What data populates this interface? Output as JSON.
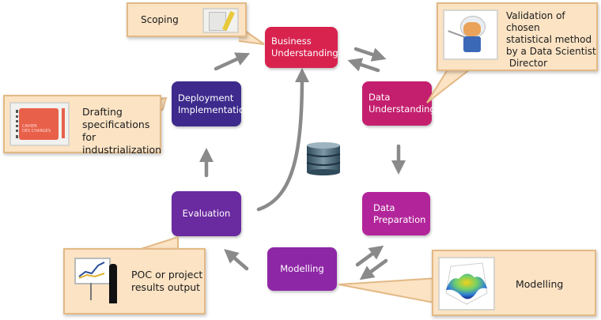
{
  "diagram": {
    "phases": [
      {
        "id": "business-understanding",
        "label_line1": "Business",
        "label_line2": "Understanding",
        "color": "#d8234f"
      },
      {
        "id": "data-understanding",
        "label_line1": "Data",
        "label_line2": "Understanding",
        "color": "#c41f6e"
      },
      {
        "id": "data-preparation",
        "label_line1": "Data",
        "label_line2": "Preparation",
        "color": "#b2259a"
      },
      {
        "id": "modelling",
        "label": "Modelling",
        "color": "#8e27a6"
      },
      {
        "id": "evaluation",
        "label": "Evaluation",
        "color": "#6a2aa0"
      },
      {
        "id": "deployment-implementation",
        "label_line1": "Deployment",
        "label_line2": "Implementation",
        "color": "#3d2a8c"
      }
    ],
    "callouts": [
      {
        "id": "scoping",
        "text": "Scoping",
        "icon": "notebook-pencil-icon"
      },
      {
        "id": "validation",
        "line1": "Validation of chosen",
        "line2": "statistical method",
        "line3": "by a Data Scientist",
        "line4": " Director",
        "icon": "scientist-mascot-icon"
      },
      {
        "id": "drafting",
        "line1": "Drafting",
        "line2": "specifications for",
        "line3": "industrialization",
        "icon": "red-notebook-icon",
        "notebook_caption1": "CAHIER",
        "notebook_caption2": "DES CHARGES"
      },
      {
        "id": "poc",
        "line1": "POC or project",
        "line2": "results output",
        "icon": "presentation-board-icon"
      },
      {
        "id": "modelling-callout",
        "text": "Modelling",
        "icon": "3d-surface-plot-icon"
      }
    ],
    "center_icon": "database-icon",
    "colors": {
      "callout_fill": "#fbe3c4",
      "callout_border": "#e3b985",
      "arrow": "#8a8a8a"
    }
  }
}
